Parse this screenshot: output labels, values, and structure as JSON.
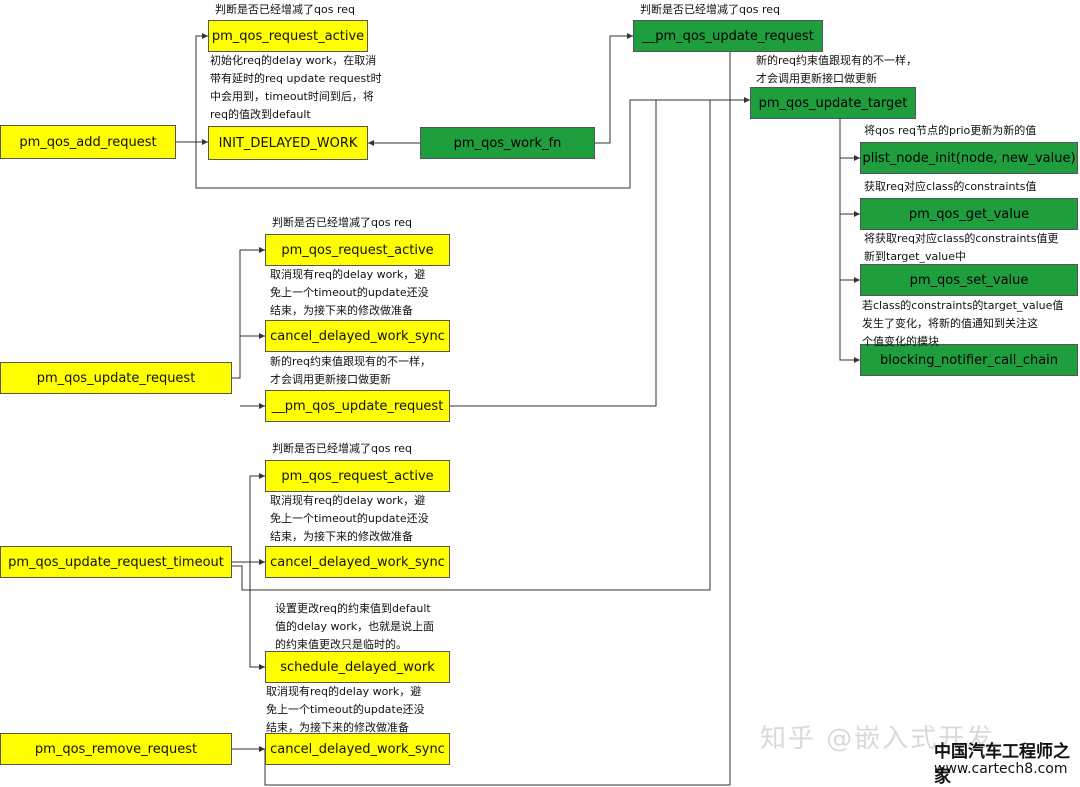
{
  "boxes": {
    "add_request": "pm_qos_add_request",
    "add_active": "pm_qos_request_active",
    "add_init": "INIT_DELAYED_WORK",
    "work_fn": "pm_qos_work_fn",
    "top_update": "__pm_qos_update_request",
    "update_target": "pm_qos_update_target",
    "plist": "plist_node_init(node, new_value)",
    "get_value": "pm_qos_get_value",
    "set_value": "pm_qos_set_value",
    "notifier": "blocking_notifier_call_chain",
    "update_request": "pm_qos_update_request",
    "ur_active": "pm_qos_request_active",
    "ur_cancel": "cancel_delayed_work_sync",
    "ur_update": "__pm_qos_update_request",
    "update_timeout": "pm_qos_update_request_timeout",
    "ut_active": "pm_qos_request_active",
    "ut_cancel": "cancel_delayed_work_sync",
    "ut_schedule": "schedule_delayed_work",
    "remove_request": "pm_qos_remove_request",
    "rm_cancel": "cancel_delayed_work_sync"
  },
  "notes": {
    "add_check": "判断是否已经增减了qos req",
    "add_init_desc": "初始化req的delay work，在取消\n带有延时的req update request时\n中会用到，timeout时间到后，将\nreq的值改到default",
    "top_check": "判断是否已经增减了qos req",
    "top_differ": "新的req约束值跟现有的不一样，\n才会调用更新接口做更新",
    "plist_desc": "将qos req节点的prio更新为新的值",
    "get_desc": "获取req对应class的constraints值",
    "set_desc": "将获取req对应class的constraints值更\n新到target_value中",
    "notify_desc": "若class的constraints的target_value值\n发生了变化，将新的值通知到关注这\n个值变化的模块",
    "ur_check": "判断是否已经增减了qos req",
    "ur_cancel_desc": "取消现有req的delay work，避\n免上一个timeout的update还没\n结束，为接下来的修改做准备",
    "ur_differ": "新的req约束值跟现有的不一样，\n才会调用更新接口做更新",
    "ut_check": "判断是否已经增减了qos req",
    "ut_cancel_desc": "取消现有req的delay work，避\n免上一个timeout的update还没\n结束，为接下来的修改做准备",
    "ut_schedule_desc": "设置更改req的约束值到default\n值的delay work，也就是说上面\n的约束值更改只是临时的。",
    "rm_cancel_desc": "取消现有req的delay work，避\n免上一个timeout的update还没\n结束，为接下来的修改做准备"
  },
  "watermark": {
    "main": "中国汽车工程师之家",
    "url": "www.cartech8.com",
    "faint": "知乎 @嵌入式开发"
  },
  "colors": {
    "yellow": "#ffff00",
    "green": "#1f9e3e",
    "line": "#333333",
    "watermark_red": "#c00000"
  }
}
